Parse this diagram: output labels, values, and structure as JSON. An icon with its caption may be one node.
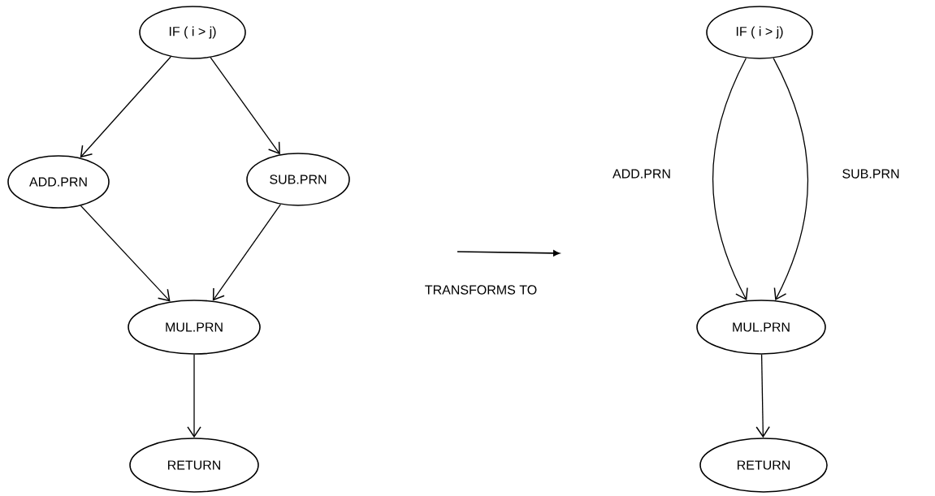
{
  "diagram": {
    "nodes": [
      {
        "text": [
          "IF ( i > j)"
        ]
      },
      {
        "text": [
          "ADD.PRN"
        ]
      },
      {
        "text": [
          "SUB.PRN"
        ]
      },
      {
        "text": [
          "MUL.PRN"
        ]
      },
      {
        "text": [
          "RETURN"
        ]
      },
      {
        "text": [
          "IF ( i > j)"
        ]
      },
      {
        "text": [
          "MUL.PRN"
        ]
      },
      {
        "text": [
          "RETURN"
        ]
      }
    ],
    "edges": [
      {
        "from": 0,
        "to": 1,
        "arrow": "to"
      },
      {
        "from": 0,
        "to": 2,
        "arrow": "to"
      },
      {
        "from": 1,
        "to": 3,
        "arrow": "to"
      },
      {
        "from": 2,
        "to": 3,
        "arrow": "to"
      },
      {
        "from": 3,
        "to": 4,
        "arrow": "to"
      },
      {
        "from": 5,
        "to": 6,
        "arrow": "to",
        "label": "ADD.PRN"
      },
      {
        "from": 5,
        "to": 6,
        "arrow": "to",
        "label": "SUB.PRN"
      },
      {
        "from": 6,
        "to": 7,
        "arrow": "to"
      }
    ],
    "labels": [
      "TRANSFORMS TO"
    ]
  }
}
